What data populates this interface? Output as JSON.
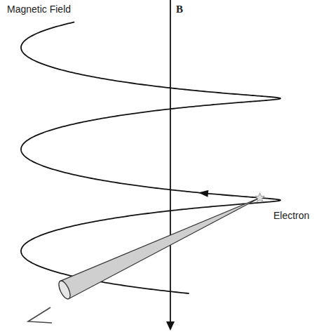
{
  "diagram": {
    "labels": [
      "Magnetic Field",
      "B",
      "Electron"
    ]
  }
}
